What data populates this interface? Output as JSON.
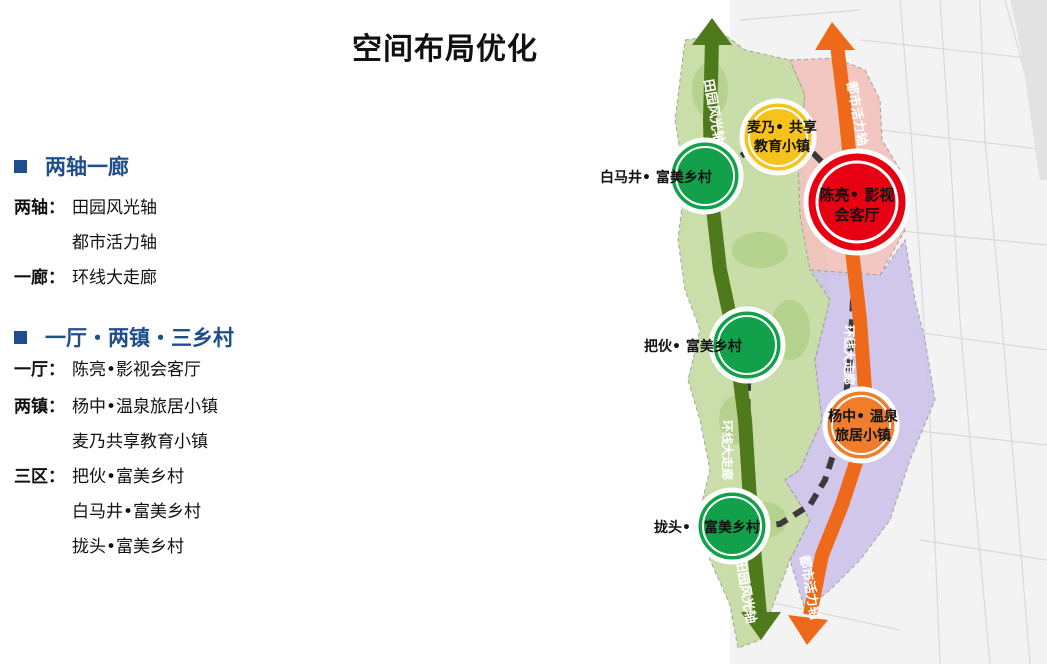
{
  "title": "空间布局优化",
  "section1": {
    "heading": "两轴一廊"
  },
  "liangzhou": {
    "key": "两轴：",
    "items": [
      "田园风光轴",
      "都市活力轴"
    ]
  },
  "yilang": {
    "key": "一廊：",
    "value": "环线大走廊"
  },
  "section2": {
    "heading": "一厅・两镇・三乡村"
  },
  "yiting": {
    "key": "一厅：",
    "value": "陈亮•影视会客厅"
  },
  "liangzhen": {
    "key": "两镇：",
    "items": [
      "杨中•温泉旅居小镇",
      "麦乃共享教育小镇"
    ]
  },
  "sanqu": {
    "key": "三区：",
    "items": [
      "把伙•富美乡村",
      "白马井•富美乡村",
      "拢头•富美乡村"
    ]
  },
  "map": {
    "axis_green_top": "田园风光轴",
    "axis_green_bottom": "田园风光轴",
    "axis_orange_top": "都市活力轴",
    "axis_orange_bottom": "都市活力轴",
    "corridor_top": "环线大走廊",
    "corridor_bottom": "环线大走廊",
    "nodes": {
      "maina": [
        "麦乃• 共享",
        "教育小镇"
      ],
      "chenliang": [
        "陈亮• 影视",
        "会客厅"
      ],
      "baimajing": "白马井• 富美乡村",
      "bahuo": "把伙• 富美乡村",
      "yangzhong": [
        "杨中• 温泉",
        "旅居小镇"
      ],
      "longtou_a": "拢头•",
      "longtou_b": "富美乡村"
    }
  },
  "colors": {
    "heading_blue": "#1f4e8c",
    "green_axis": "#4f7a1c",
    "orange_axis": "#ee6a1a",
    "node_green": "#12a04b",
    "node_red": "#e60012",
    "node_yellow": "#f7c21b",
    "node_orange": "#ef7d2c"
  }
}
